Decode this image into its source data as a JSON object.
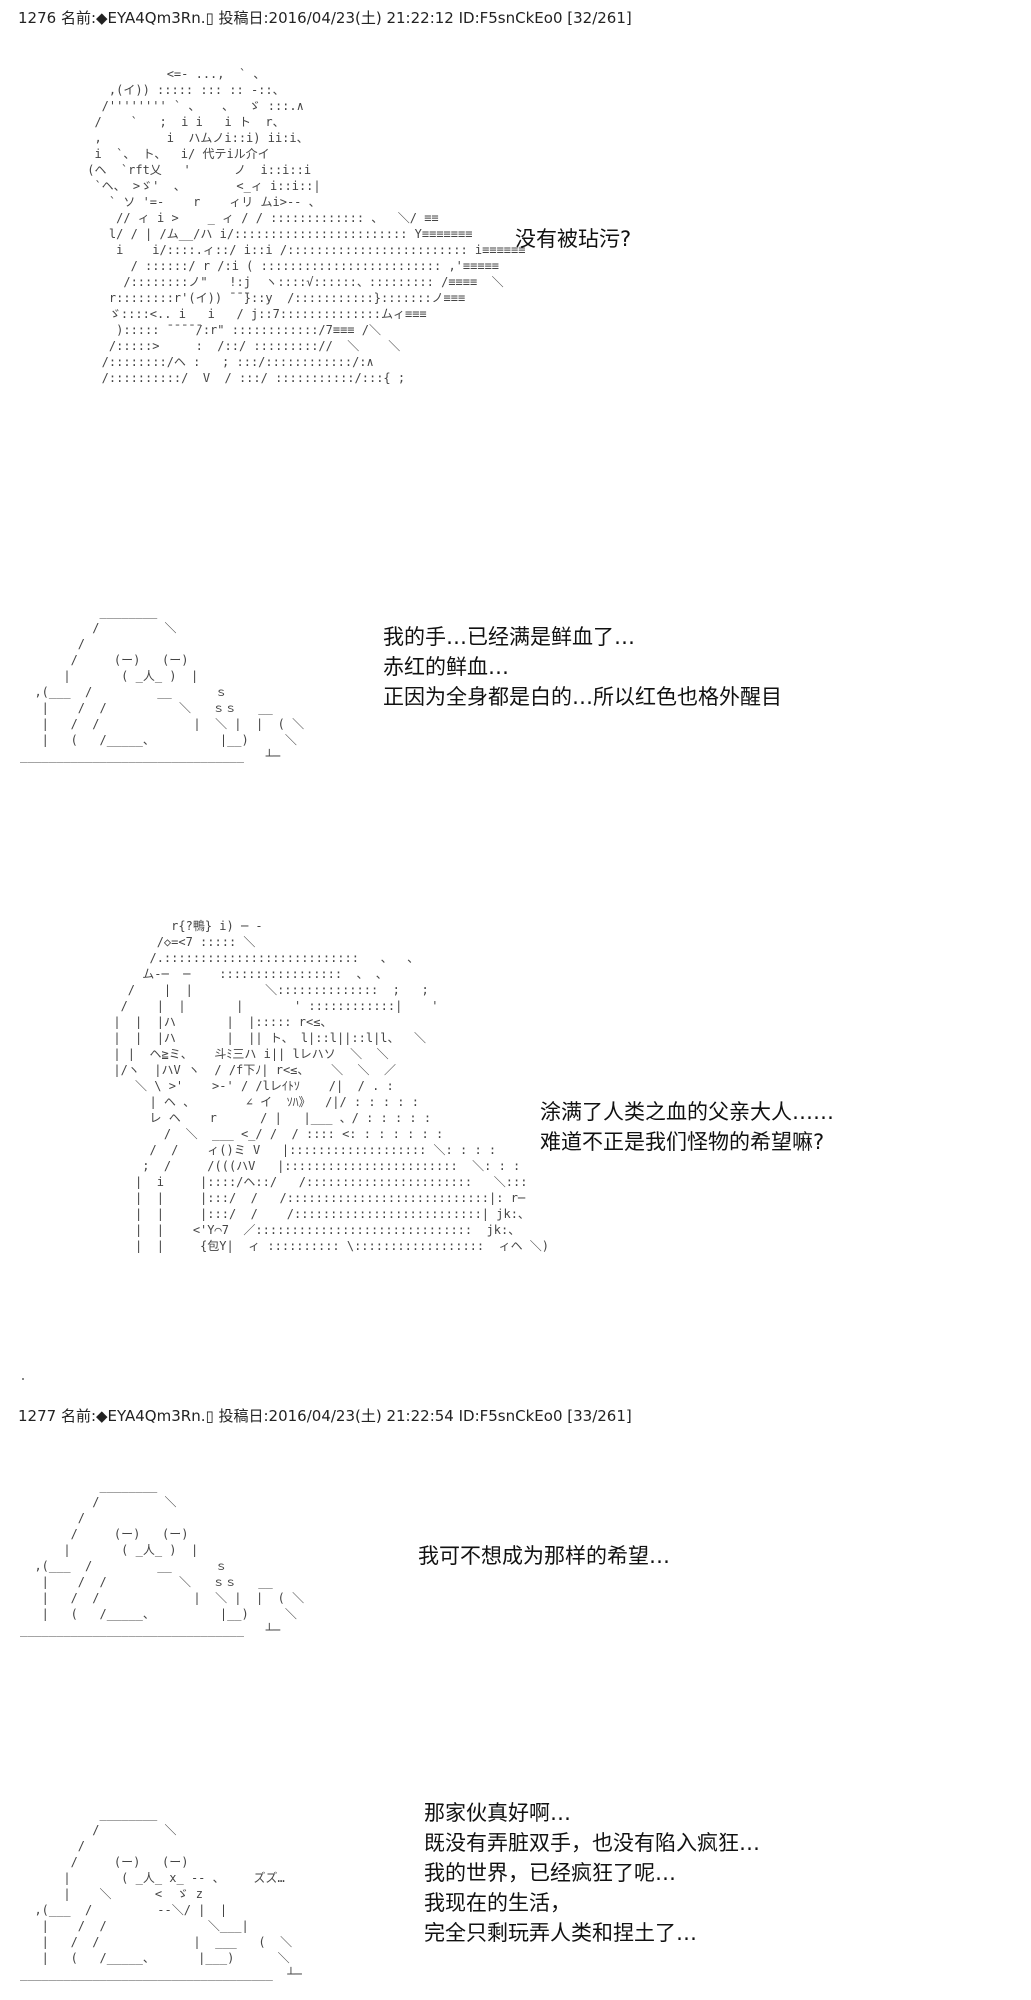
{
  "posts": [
    {
      "header": "1276 名前:◆EYA4Qm3Rn.▯ 投稿日:2016/04/23(土) 21:22:12 ID:F5snCkEo0 [32/261]",
      "panels": [
        {
          "lines": [
            "没有被玷污?"
          ]
        },
        {
          "lines": [
            "我的手…已经满是鲜血了…",
            "赤红的鲜血…",
            "正因为全身都是白的…所以红色也格外醒目"
          ]
        },
        {
          "lines": [
            "涂满了人类之血的父亲大人……",
            "难道不正是我们怪物的希望嘛?"
          ]
        }
      ]
    },
    {
      "header": "1277 名前:◆EYA4Qm3Rn.▯ 投稿日:2016/04/23(土) 21:22:54 ID:F5snCkEo0 [33/261]",
      "panels": [
        {
          "lines": [
            "我可不想成为那样的希望…"
          ]
        },
        {
          "lines": [
            "那家伙真好啊…",
            "既没有弄脏双手，也没有陷入疯狂…",
            "我的世界，已经疯狂了呢…",
            "我现在的生活，",
            "完全只剩玩弄人类和捏土了…"
          ]
        }
      ]
    }
  ],
  "art": {
    "girl_sitting": "            <=- ...,  ` 、\n    ,(イ)) ::::: ::: :: -::、\n   /'''''''' ` 、   、  ゞ :::.∧\n  /    `   ;  i i   i ト  r、\n  ,         i  ハムノi::i) ii:i、\n  i  `、 ト、  i/ 代テiル介イ\n (ヘ  `rft乂   '      ノ  i::i::i\n  `ヘ、 >ゞ'  、       <_ィ i::i::|\n    ` ソ '=-    r    ィリ ムi>-- 、\n     // ィ i >    _ ィ / / ::::::::::::: 、  ＼/ ≡≡\n    l/ / | /ム__/ハ i/:::::::::::::::::::::::: Y≡≡≡≡≡≡≡\n     i    i/::::.ィ::/ i::i /::::::::::::::::::::::::: i≡≡≡≡≡≡\n       / ::::::/ r /:i ( ::::::::::::::::::::::::: ,'≡≡≡≡≡\n      /::::::::ノ\"   !:j  ヽ::::√::::::、::::::::: /≡≡≡≡  ＼\n    r::::::::r'(イ)) ̄ ̄ ̄}::y  /:::::::::::}:::::::ノ≡≡≡\n    ゞ::::<.. i   i   / j::7::::::::::::::ムィ≡≡≡\n     )::::: ̄ ̄ ̄ ̄ ̄/:r\" ::::::::::::/7≡≡≡ /＼\n    /:::::>     :  /::/ ::::::::://  ＼    ＼\n   /::::::::/ヘ :   ; :::/::::::::::::/:∧\n   /::::::::::/  V  / :::/ :::::::::::/:::{ ;",
    "person_table": "           ________\n          /         ＼\n        /\n       /     (ー)   (ー)\n      |       ( _人_ )  |\n  ,(___  /         __      ｓ\n   |    /  /          ＼   ｓｓ   __\n   |   /  /             |  ＼ |  |  ( ＼\n   |   (   /_____、         |__)     ＼\n_______________________________   ┴─",
    "tall_figure": "              r{?鴨} i) ─ -\n            /◇=<7 ::::: ＼\n           /.:::::::::::::::::::::::::::   、  、\n          ム-─  ─    :::::::::::::::::  、 、\n        /    |  |          ＼::::::::::::::  ;   ;\n       /    |  |       |       ' ::::::::::::|    '\n      |  |  |ハ       |  |::::: r<≤、\n      |  |  |ハ       |  || ト、 l|::l||::l|l、  ＼\n      | |  ヘ≧ミ、   斗ﾐ三ハ i|| lレハソ  ＼  ＼\n      |/ヽ  |ハV ヽ  / /f下ﾉ| r<≤、   ＼  ＼  ／\n         ＼ \\ >'    >-' / /lレｲﾄｿ    /|  / . :\n           | ヘ 、       ∠ イ  ｿﾊ》  /|/ : : : : :\n           レ ヘ    r      / |   |___ 、/ : : : : :\n             /  ＼  ___ <_/ /  / :::: <: : : : : : :\n           /  /    ィ()ミ V   |::::::::::::::::::: ＼: : : :\n          ;  /     /(((ハV   |::::::::::::::::::::::::  ＼: : :\n         |  i     |::::/ヘ::/   /:::::::::::::::::::::::   ＼:::\n         |  |     |:::/  /   /::::::::::::::::::::::::::::|: r─\n         |  |     |:::/  /    /::::::::::::::::::::::::::| jk:、\n         |  |    <'Y⌒7  ／::::::::::::::::::::::::::::::  jk:、\n         |  |     {包Y|  ィ :::::::::: \\::::::::::::::::::  ィヘ ＼)",
    "person_table_2": "           ________\n          /         ＼\n        /\n       /     (ー)   (ー)\n      |       ( _人_ )  |\n  ,(___  /         __      ｓ\n   |    /  /          ＼   ｓｓ   __\n   |   /  /             |  ＼ |  |  ( ＼\n   |   (   /_____、         |__)     ＼\n_______________________________   ┴─",
    "person_table_sleepy": "           ________\n          /         ＼\n        /\n       /     (ー)   (ー)\n      |       ( _人_ x_ -- 、    ズズ…\n      |    ＼      <  ゞ z\n  ,(___  /         --＼/ |  |\n   |    /  /              ＼___|\n   |   /  /             |  ___   (  ＼\n   |   (   /_____、      |___)      ＼\n___________________________________  ┴─"
  }
}
